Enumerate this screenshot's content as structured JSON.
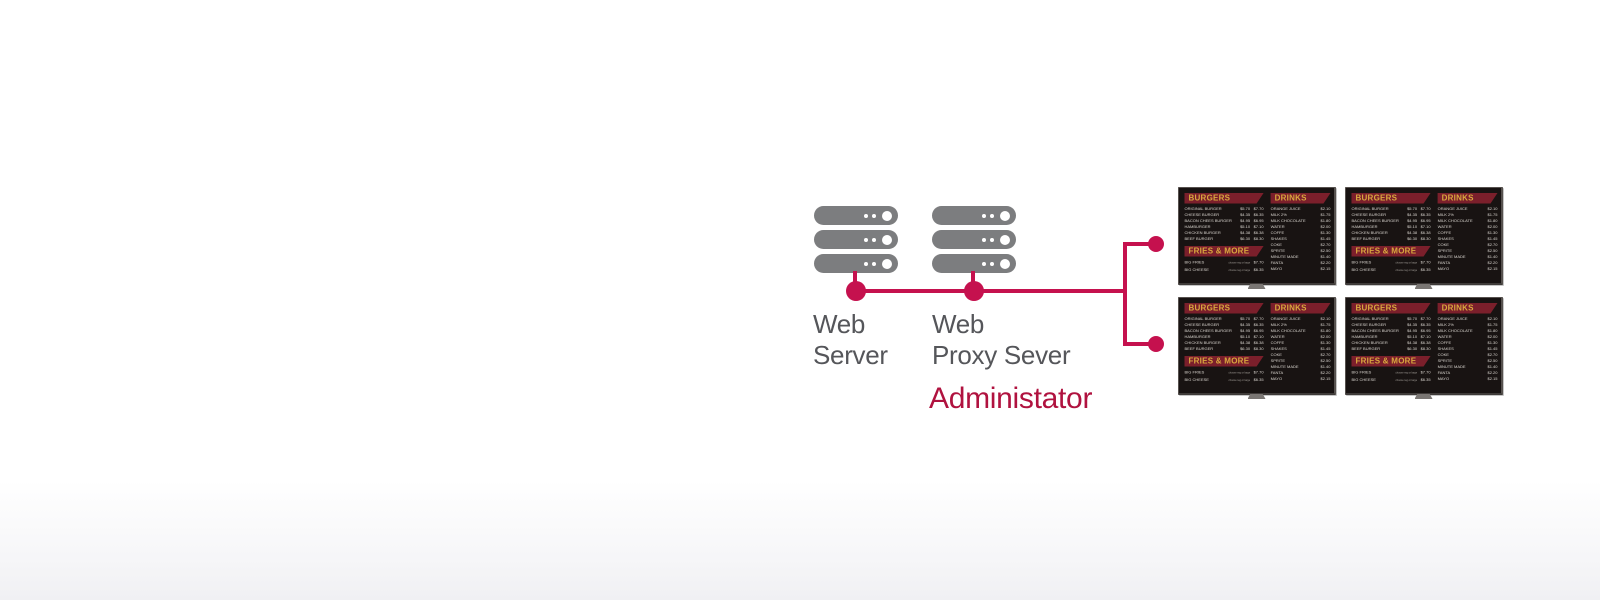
{
  "page": {
    "background_top": "#ffffff",
    "background_bottom": "#f0f0f3"
  },
  "diagram": {
    "accent_color": "#c5114e",
    "admin_text_color": "#b0123f",
    "label_text_color": "#55565a",
    "server_icon_color": "#7c7d7f",
    "nodes": [
      {
        "id": "web-server",
        "icon": "server-stack-icon",
        "label_line1": "Web",
        "label_line2": "Server"
      },
      {
        "id": "web-proxy-server",
        "icon": "server-stack-icon",
        "label_line1": "Web",
        "label_line2": "Proxy Sever"
      }
    ],
    "admin_label": "Administator",
    "connector": {
      "style": "solid",
      "endpoint_icon": "dot"
    }
  },
  "menu_board": {
    "panel_count": 4,
    "grid": "2x2",
    "colors": {
      "screen_bg": "#181312",
      "banner_bg": "#7b1f2b",
      "banner_text": "#d9a93e",
      "item_text": "#d9d5cf"
    },
    "sections": {
      "burgers": {
        "title": "BURGERS",
        "items": [
          {
            "name": "ORIGINAL BURGER",
            "price_reg": "$5.70",
            "price_lg": "$7.70"
          },
          {
            "name": "CHEESE BURGER",
            "price_reg": "$4.35",
            "price_lg": "$6.35"
          },
          {
            "name": "BACON CHEES BURGER",
            "price_reg": "$4.95",
            "price_lg": "$6.95"
          },
          {
            "name": "HAMBURGER",
            "price_reg": "$5.10",
            "price_lg": "$7.10"
          },
          {
            "name": "CHICKEN BURGER",
            "price_reg": "$4.38",
            "price_lg": "$6.38"
          },
          {
            "name": "BEEF BURGER",
            "price_reg": "$6.30",
            "price_lg": "$8.30"
          }
        ]
      },
      "drinks": {
        "title": "DRINKS",
        "items": [
          {
            "name": "ORANGE JUICE",
            "price": "$2.10"
          },
          {
            "name": "MILK 2%",
            "price": "$1.75"
          },
          {
            "name": "MILK CHOCOLATE",
            "price": "$1.80"
          },
          {
            "name": "WATER",
            "price": "$2.00"
          },
          {
            "name": "COFFE",
            "price": "$1.30"
          },
          {
            "name": "SHAKES",
            "price": "$1.45"
          },
          {
            "name": "COKE",
            "price": "$2.70"
          },
          {
            "name": "SPRITE",
            "price": "$2.50"
          },
          {
            "name": "MINUTE MADE",
            "price": "$1.40"
          },
          {
            "name": "FANTA",
            "price": "$2.20"
          },
          {
            "name": "MAYO",
            "price": "$2.15"
          }
        ]
      },
      "fries": {
        "title": "FRIES & MORE",
        "items": [
          {
            "name": "BIG FRIES",
            "note": "choose reg or large",
            "price": "$7.70"
          },
          {
            "name": "BIG CHEESE",
            "note": "choose reg or large",
            "price": "$6.35"
          }
        ]
      }
    }
  }
}
